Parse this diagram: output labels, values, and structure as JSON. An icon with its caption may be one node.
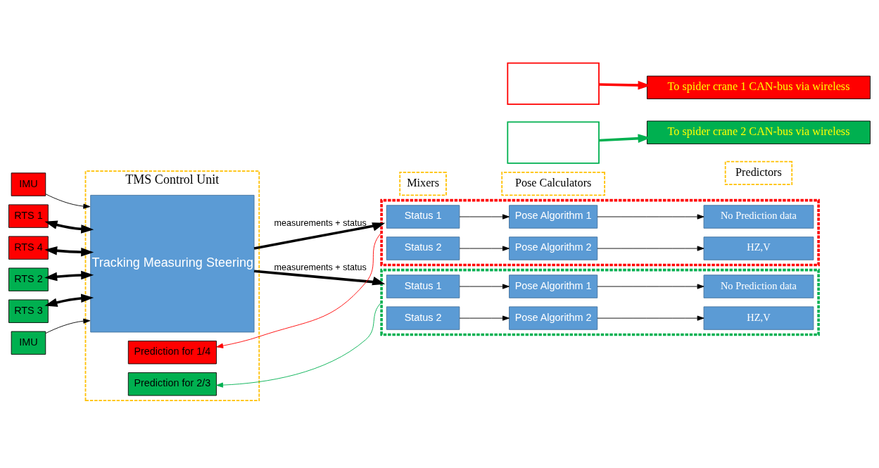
{
  "diagram": {
    "nodes": [
      {
        "text": [
          "TMS Control Unit"
        ]
      },
      {
        "text": [
          "Tracking Measuring Steering"
        ],
        "in": 0
      },
      {
        "text": [
          "Prediction for 1/4"
        ],
        "in": 0
      },
      {
        "text": [
          "Prediction for 2/3"
        ],
        "in": 0
      },
      {
        "text": [
          "IMU"
        ]
      },
      {
        "text": [
          "RTS 1"
        ]
      },
      {
        "text": [
          "RTS 4"
        ]
      },
      {
        "text": [
          "RTS 2"
        ]
      },
      {
        "text": [
          "RTS 3"
        ]
      },
      {
        "text": [
          "IMU"
        ]
      },
      {
        "text": [
          "Mixers"
        ]
      },
      {
        "text": [
          "Pose Calculators"
        ]
      },
      {
        "text": [
          "Predictors"
        ]
      },
      {
        "text": [],
        "shape": "box"
      },
      {
        "text": [
          "Status 1"
        ],
        "in": 13
      },
      {
        "text": [
          "Status 2"
        ],
        "in": 13
      },
      {
        "text": [
          "Pose Algorithm 1"
        ],
        "in": 13
      },
      {
        "text": [
          "Pose Algorithm 2"
        ],
        "in": 13
      },
      {
        "text": [
          "No Prediction data"
        ],
        "in": 13
      },
      {
        "text": [
          "HZ,V"
        ],
        "in": 13
      },
      {
        "text": [],
        "shape": "box"
      },
      {
        "text": [
          "Status 1"
        ],
        "in": 20
      },
      {
        "text": [
          "Status 2"
        ],
        "in": 20
      },
      {
        "text": [
          "Pose Algorithm 1"
        ],
        "in": 20
      },
      {
        "text": [
          "Pose Algorithm 2"
        ],
        "in": 20
      },
      {
        "text": [
          "No Prediction data"
        ],
        "in": 20
      },
      {
        "text": [
          "HZ,V"
        ],
        "in": 20
      },
      {
        "text": [],
        "shape": "box"
      },
      {
        "text": [
          "To spider crane 1 CAN-bus via wireless"
        ]
      },
      {
        "text": [],
        "shape": "box"
      },
      {
        "text": [
          "To spider crane 2 CAN-bus via wireless"
        ]
      }
    ],
    "edges": [
      {
        "from": 4,
        "to": 1,
        "arrow": "to"
      },
      {
        "from": 5,
        "to": 1,
        "arrow": "both",
        "style": "thick"
      },
      {
        "from": 6,
        "to": 1,
        "arrow": "both",
        "style": "thick"
      },
      {
        "from": 7,
        "to": 1,
        "arrow": "both",
        "style": "thick"
      },
      {
        "from": 8,
        "to": 1,
        "arrow": "both",
        "style": "thick"
      },
      {
        "from": 9,
        "to": 1,
        "arrow": "to"
      },
      {
        "from": 1,
        "to": 13,
        "arrow": "to",
        "label": "measurements + status",
        "style": "thick"
      },
      {
        "from": 1,
        "to": 20,
        "arrow": "to",
        "label": "measurements + status",
        "style": "thick"
      },
      {
        "from": 14,
        "to": 16,
        "arrow": "to"
      },
      {
        "from": 15,
        "to": 17,
        "arrow": "to"
      },
      {
        "from": 16,
        "to": 18,
        "arrow": "to"
      },
      {
        "from": 17,
        "to": 19,
        "arrow": "to"
      },
      {
        "from": 21,
        "to": 23,
        "arrow": "to"
      },
      {
        "from": 22,
        "to": 24,
        "arrow": "to"
      },
      {
        "from": 23,
        "to": 25,
        "arrow": "to"
      },
      {
        "from": 24,
        "to": 26,
        "arrow": "to"
      },
      {
        "from": 27,
        "to": 28,
        "arrow": "to",
        "style": "thick",
        "color": "#ff0000"
      },
      {
        "from": 29,
        "to": 30,
        "arrow": "to",
        "style": "thick",
        "color": "#00b050"
      },
      {
        "from": 13,
        "to": 2,
        "arrow": "to",
        "color": "#ff0000"
      },
      {
        "from": 20,
        "to": 3,
        "arrow": "to",
        "color": "#00b050"
      }
    ]
  }
}
